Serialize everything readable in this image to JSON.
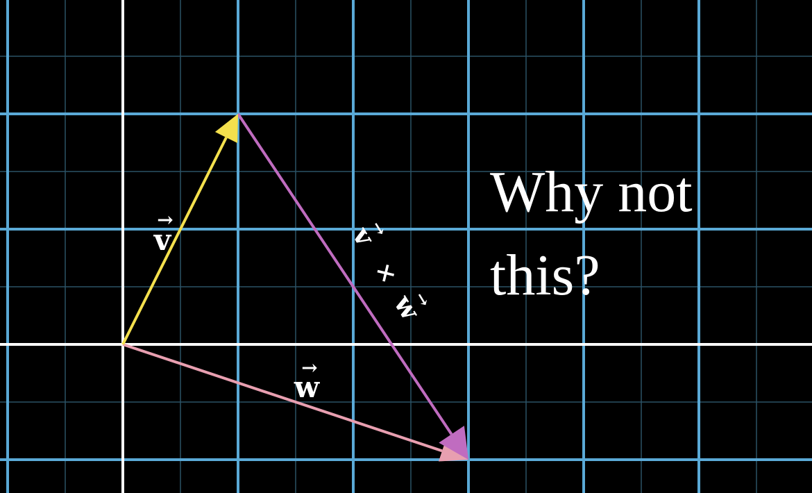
{
  "colors": {
    "background": "#000000",
    "major_grid": "#5aa9d6",
    "minor_grid": "#2b5266",
    "axes": "#ffffff",
    "vector_v": "#f4e04d",
    "vector_w": "#e89fb0",
    "vector_cross": "#c06cc0",
    "text": "#ffffff"
  },
  "vectors": {
    "v": {
      "label": "v",
      "arrow": "→",
      "from": [
        0,
        0
      ],
      "to": [
        1,
        2
      ]
    },
    "w": {
      "label": "w",
      "arrow": "→",
      "from": [
        0,
        0
      ],
      "to": [
        3,
        -1
      ]
    },
    "cross": {
      "label_left": "v",
      "operator": "×",
      "label_right": "w",
      "arrow": "→",
      "from": [
        1,
        2
      ],
      "to": [
        3,
        -1
      ]
    }
  },
  "caption": {
    "line1": "Why not",
    "line2": "this?"
  }
}
